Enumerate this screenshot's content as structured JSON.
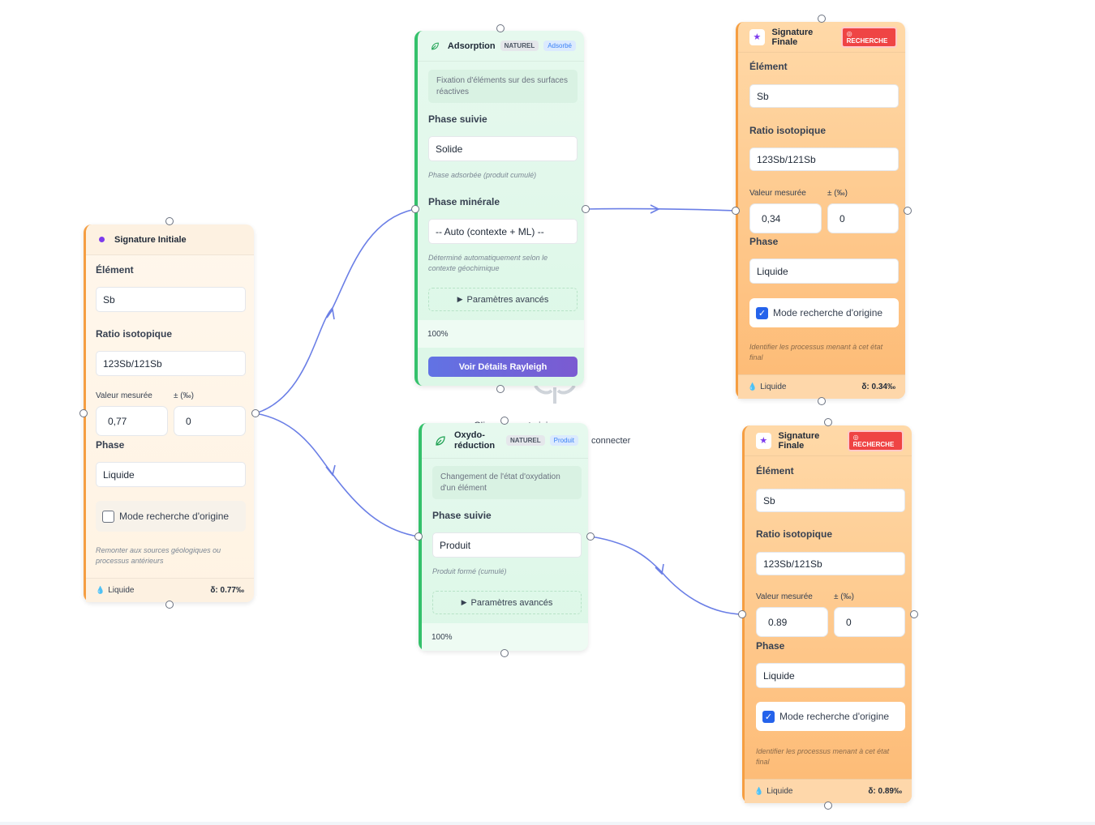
{
  "canvas_hint": {
    "line1": "Cli... ...éments ici",
    "line2": "connecter"
  },
  "nodes": {
    "signature_initiale": {
      "title": "Signature Initiale",
      "element_label": "Élément",
      "element_value": "Sb",
      "ratio_label": "Ratio isotopique",
      "ratio_value": "123Sb/121Sb",
      "valeur_label": "Valeur mesurée",
      "pm_label": "± (‰)",
      "valeur_value": "0,77",
      "pm_value": "0",
      "phase_label": "Phase",
      "phase_value": "Liquide",
      "mode_label": "Mode recherche d'origine",
      "mode_checked": false,
      "hint": "Remonter aux sources géologiques ou processus antérieurs",
      "footer_phase": "Liquide",
      "footer_delta": "δ: 0.77‰"
    },
    "adsorption": {
      "title": "Adsorption",
      "badge_naturel": "NATUREL",
      "badge_state": "Adsorbé",
      "description": "Fixation d'éléments sur des surfaces réactives",
      "phase_suivie_label": "Phase suivie",
      "phase_suivie_value": "Solide",
      "phase_suivie_hint": "Phase adsorbée (produit cumulé)",
      "phase_minerale_label": "Phase minérale",
      "phase_minerale_value": "-- Auto (contexte + ML) --",
      "phase_minerale_hint": "Déterminé automatiquement selon le contexte géochimique",
      "advanced_label": "Paramètres avancés",
      "percent": "100%",
      "button_label": "Voir Détails Rayleigh"
    },
    "oxydoreduction": {
      "title": "Oxydo-réduction",
      "badge_naturel": "NATUREL",
      "badge_state": "Produit",
      "description": "Changement de l'état d'oxydation d'un élément",
      "phase_suivie_label": "Phase suivie",
      "phase_suivie_value": "Produit",
      "phase_suivie_hint": "Produit formé (cumulé)",
      "advanced_label": "Paramètres avancés",
      "percent": "100%"
    },
    "signature_finale_1": {
      "title": "Signature Finale",
      "badge": "RECHERCHE",
      "element_label": "Élément",
      "element_value": "Sb",
      "ratio_label": "Ratio isotopique",
      "ratio_value": "123Sb/121Sb",
      "valeur_label": "Valeur mesurée",
      "pm_label": "± (‰)",
      "valeur_value": "0,34",
      "pm_value": "0",
      "phase_label": "Phase",
      "phase_value": "Liquide",
      "mode_label": "Mode recherche d'origine",
      "mode_checked": true,
      "hint": "Identifier les processus menant à cet état final",
      "footer_phase": "Liquide",
      "footer_delta": "δ: 0.34‰"
    },
    "signature_finale_2": {
      "title": "Signature Finale",
      "badge": "RECHERCHE",
      "element_label": "Élément",
      "element_value": "Sb",
      "ratio_label": "Ratio isotopique",
      "ratio_value": "123Sb/121Sb",
      "valeur_label": "Valeur mesurée",
      "pm_label": "± (‰)",
      "valeur_value": "0.89",
      "pm_value": "0",
      "phase_label": "Phase",
      "phase_value": "Liquide",
      "mode_label": "Mode recherche d'origine",
      "mode_checked": true,
      "hint": "Identifier les processus menant à cet état final",
      "footer_phase": "Liquide",
      "footer_delta": "δ: 0.89‰"
    }
  },
  "colors": {
    "edge": "#6b7fe6",
    "process_accent": "#34c16b",
    "signature_accent": "#f59e42",
    "recherche_badge": "#ef4444"
  }
}
